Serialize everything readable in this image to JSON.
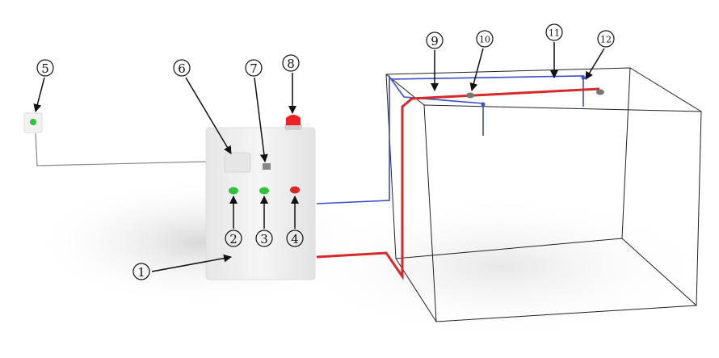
{
  "callouts": {
    "c1": "1",
    "c2": "2",
    "c3": "3",
    "c4": "4",
    "c5": "5",
    "c6": "6",
    "c7": "7",
    "c8": "8",
    "c9": "9",
    "c10": "10",
    "c11": "11",
    "c12": "12"
  },
  "colors": {
    "inlet_pipe": "#d42a2a",
    "outlet_pipe": "#3a4fc8",
    "green_light": "#2fc23a",
    "red_light": "#e02424",
    "cabinet": "#f2f2f2"
  }
}
